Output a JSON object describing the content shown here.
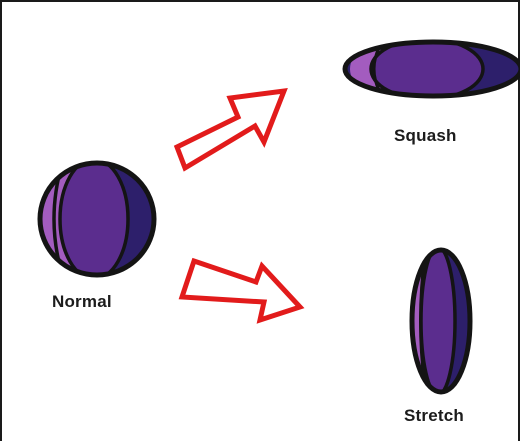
{
  "labels": {
    "normal": "Normal",
    "squash": "Squash",
    "stretch": "Stretch"
  },
  "colors": {
    "ball_light": "#a35cbf",
    "ball_mid": "#5b2d8e",
    "ball_dark": "#2d1f6b",
    "outline": "#141414",
    "arrow": "#e21b1b"
  }
}
